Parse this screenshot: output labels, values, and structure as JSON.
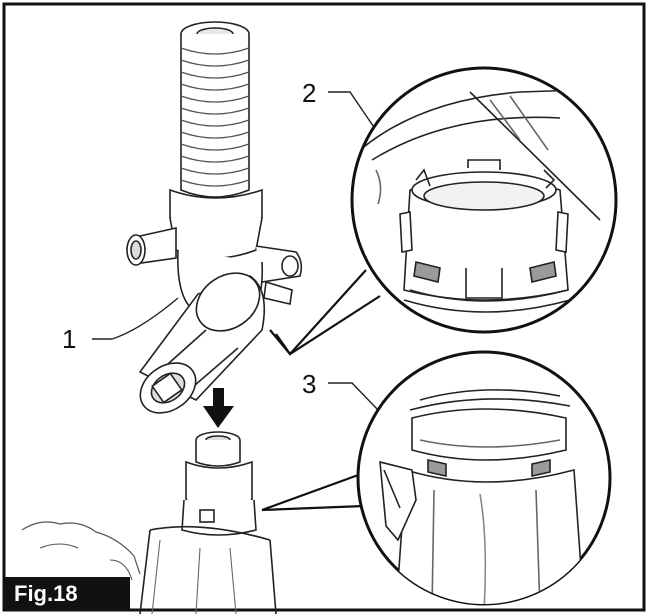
{
  "figure": {
    "label": "Fig.18",
    "callouts": [
      {
        "id": "1",
        "text": "1"
      },
      {
        "id": "2",
        "text": "2"
      },
      {
        "id": "3",
        "text": "3"
      }
    ]
  }
}
